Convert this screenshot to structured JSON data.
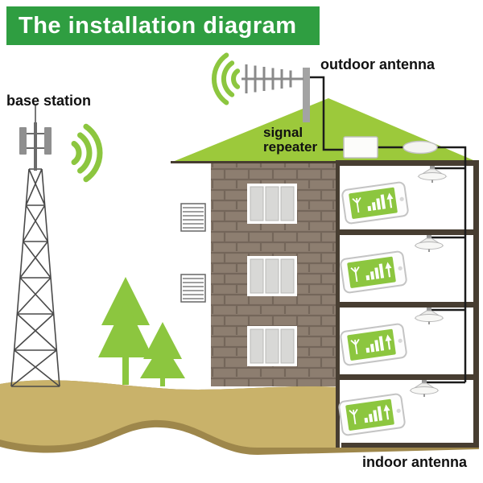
{
  "title": "The installation diagram",
  "labels": {
    "base_station": "base station",
    "outdoor_antenna": "outdoor antenna",
    "signal_repeater_l1": "signal",
    "signal_repeater_l2": "repeater",
    "indoor_antenna": "indoor antenna"
  },
  "colors": {
    "banner_green": "#2f9e41",
    "accent_green": "#8cc63f",
    "roof_green": "#9cc93b",
    "brick_brown": "#8d7e70",
    "brick_joint": "#74665a",
    "slab_dark_brown": "#473d31",
    "ground_tan": "#c9b26a",
    "ground_shadow": "#9e874b",
    "cable_black": "#1c1c1c",
    "label_text": "#111111"
  },
  "counts": {
    "rooms": 4,
    "smartphones": 4,
    "indoor_ceiling_antennas": 4,
    "windows": 3,
    "trees": 2,
    "signal_wave_groups": 2
  },
  "icons": {
    "base_station": "lattice-tower-with-panel-antennas",
    "outdoor_antenna": "yagi-antenna-on-mast",
    "signal_waves": "three-green-arcs",
    "signal_repeater": "white-box-on-roof",
    "splitter": "white-ellipse",
    "indoor_antenna": "ceiling-dome-antenna",
    "smartphone": "phone-with-rising-signal-bars",
    "tree": "stylized-pine-tree"
  }
}
